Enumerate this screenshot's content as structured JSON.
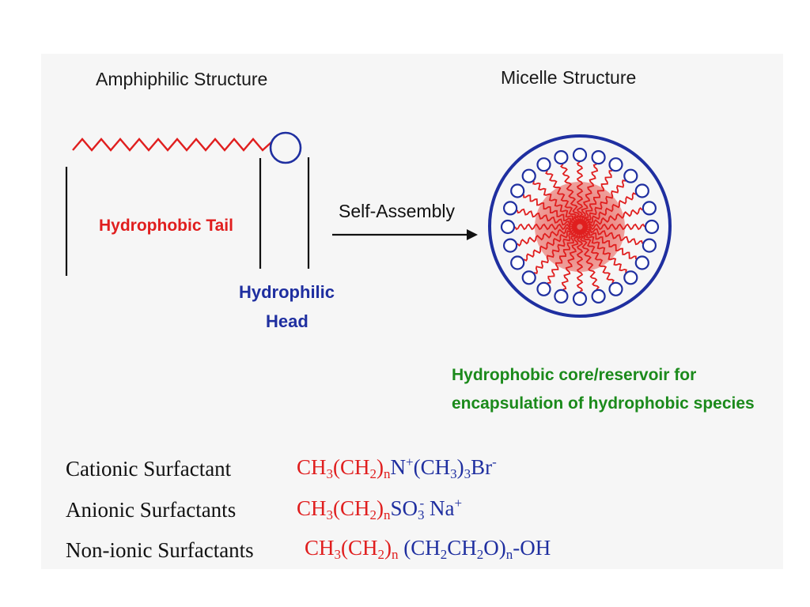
{
  "amphiphilic": {
    "title": "Amphiphilic Structure",
    "tail_label": "Hydrophobic Tail",
    "head_label_line1": "Hydrophilic",
    "head_label_line2": "Head"
  },
  "arrow_label": "Self-Assembly",
  "micelle": {
    "title": "Micelle Structure",
    "core_caption_line1": "Hydrophobic core/reservoir for",
    "core_caption_line2": "encapsulation of hydrophobic species"
  },
  "surfactants": [
    {
      "name": "Cationic Surfactant",
      "formula": {
        "r1": "CH",
        "r1s": "3",
        "r2": "(CH",
        "r2s": "2",
        "r3": ")",
        "r3s": "n",
        "b1": "N",
        "b1p": "+",
        "b2": "(CH",
        "b2s": "3",
        "b3": ")",
        "b3s": "3",
        "b4": "Br",
        "b4p": "-"
      }
    },
    {
      "name": "Anionic Surfactants",
      "formula": {
        "r1": "CH",
        "r1s": "3",
        "r2": "(CH",
        "r2s": "2",
        "r3": ")",
        "r3s": "n",
        "b1": "SO",
        "b1s": "3",
        "b1p": "-",
        "b2": " Na",
        "b2p": "+"
      }
    },
    {
      "name": "Non-ionic Surfactants",
      "formula": {
        "r1": "CH",
        "r1s": "3",
        "r2": "(CH",
        "r2s": "2",
        "r3": ")",
        "r3s": "n",
        "b1": " (CH",
        "b1s": "2",
        "b2": "CH",
        "b2s": "2",
        "b3": "O)",
        "b3s": "n",
        "b4": "-OH"
      }
    }
  ],
  "colors": {
    "tail": "#e01e1e",
    "head": "#1f2fa0",
    "core": "#e8837f",
    "caption_green": "#1b8a1b"
  }
}
